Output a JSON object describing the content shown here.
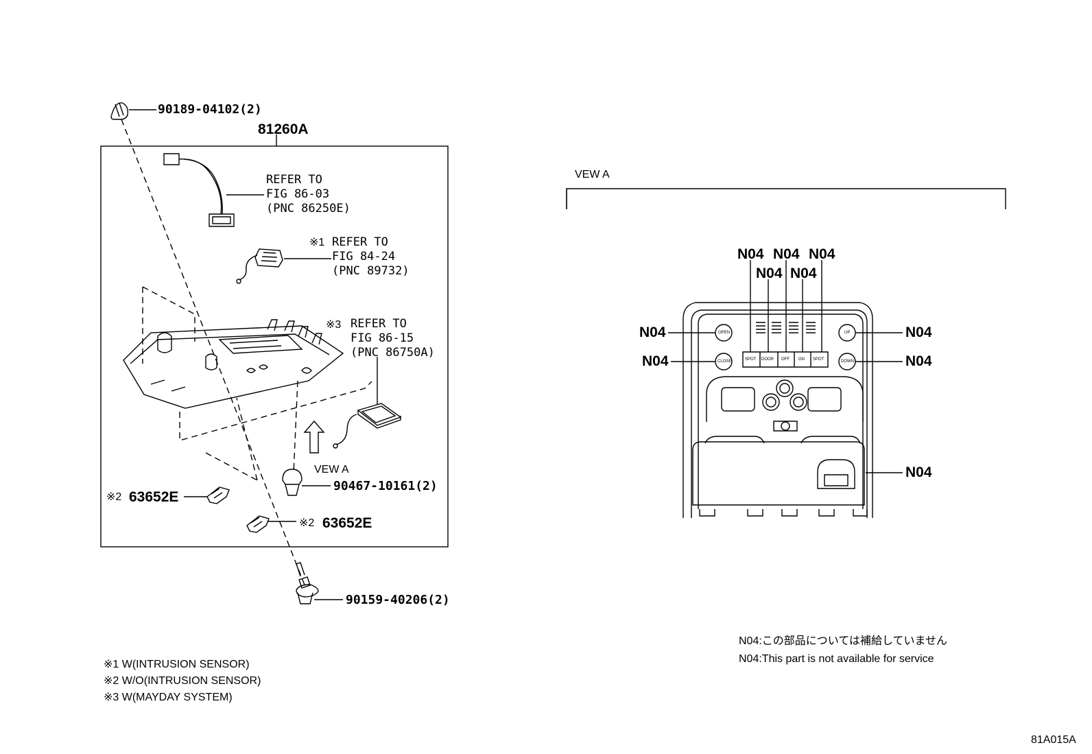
{
  "callouts": {
    "part_90189": "90189-04102(2)",
    "assembly": "81260A",
    "ref1_line1": "REFER TO",
    "ref1_line2": "FIG 86-03",
    "ref1_line3": "(PNC 86250E)",
    "ref2_mark": "※1",
    "ref2_line1": "REFER TO",
    "ref2_line2": "FIG 84-24",
    "ref2_line3": "(PNC 89732)",
    "ref3_mark": "※3",
    "ref3_line1": "REFER TO",
    "ref3_line2": "FIG 86-15",
    "ref3_line3": "(PNC 86750A)",
    "view_label": "VEW A",
    "part_90467": "90467-10161(2)",
    "clip_left_mark": "※2",
    "clip_left": "63652E",
    "clip_right_mark": "※2",
    "clip_right": "63652E",
    "part_90159": "90159-40206(2)"
  },
  "view_a": {
    "title": "VEW A",
    "n04": "N04",
    "buttons": [
      "SPOT",
      "DOOR",
      "OFF",
      "ON",
      "SPOT"
    ],
    "left_buttons": [
      "OPEN",
      "CLOSE"
    ],
    "right_buttons": [
      "UP",
      "DOWN"
    ]
  },
  "notes": {
    "n04_jp": "N04:この部品については補給していません",
    "n04_en": "N04:This part is not available for service"
  },
  "legend": [
    "※1 W(INTRUSION SENSOR)",
    "※2 W/O(INTRUSION SENSOR)",
    "※3 W(MAYDAY SYSTEM)"
  ],
  "figure_id": "81A015A"
}
